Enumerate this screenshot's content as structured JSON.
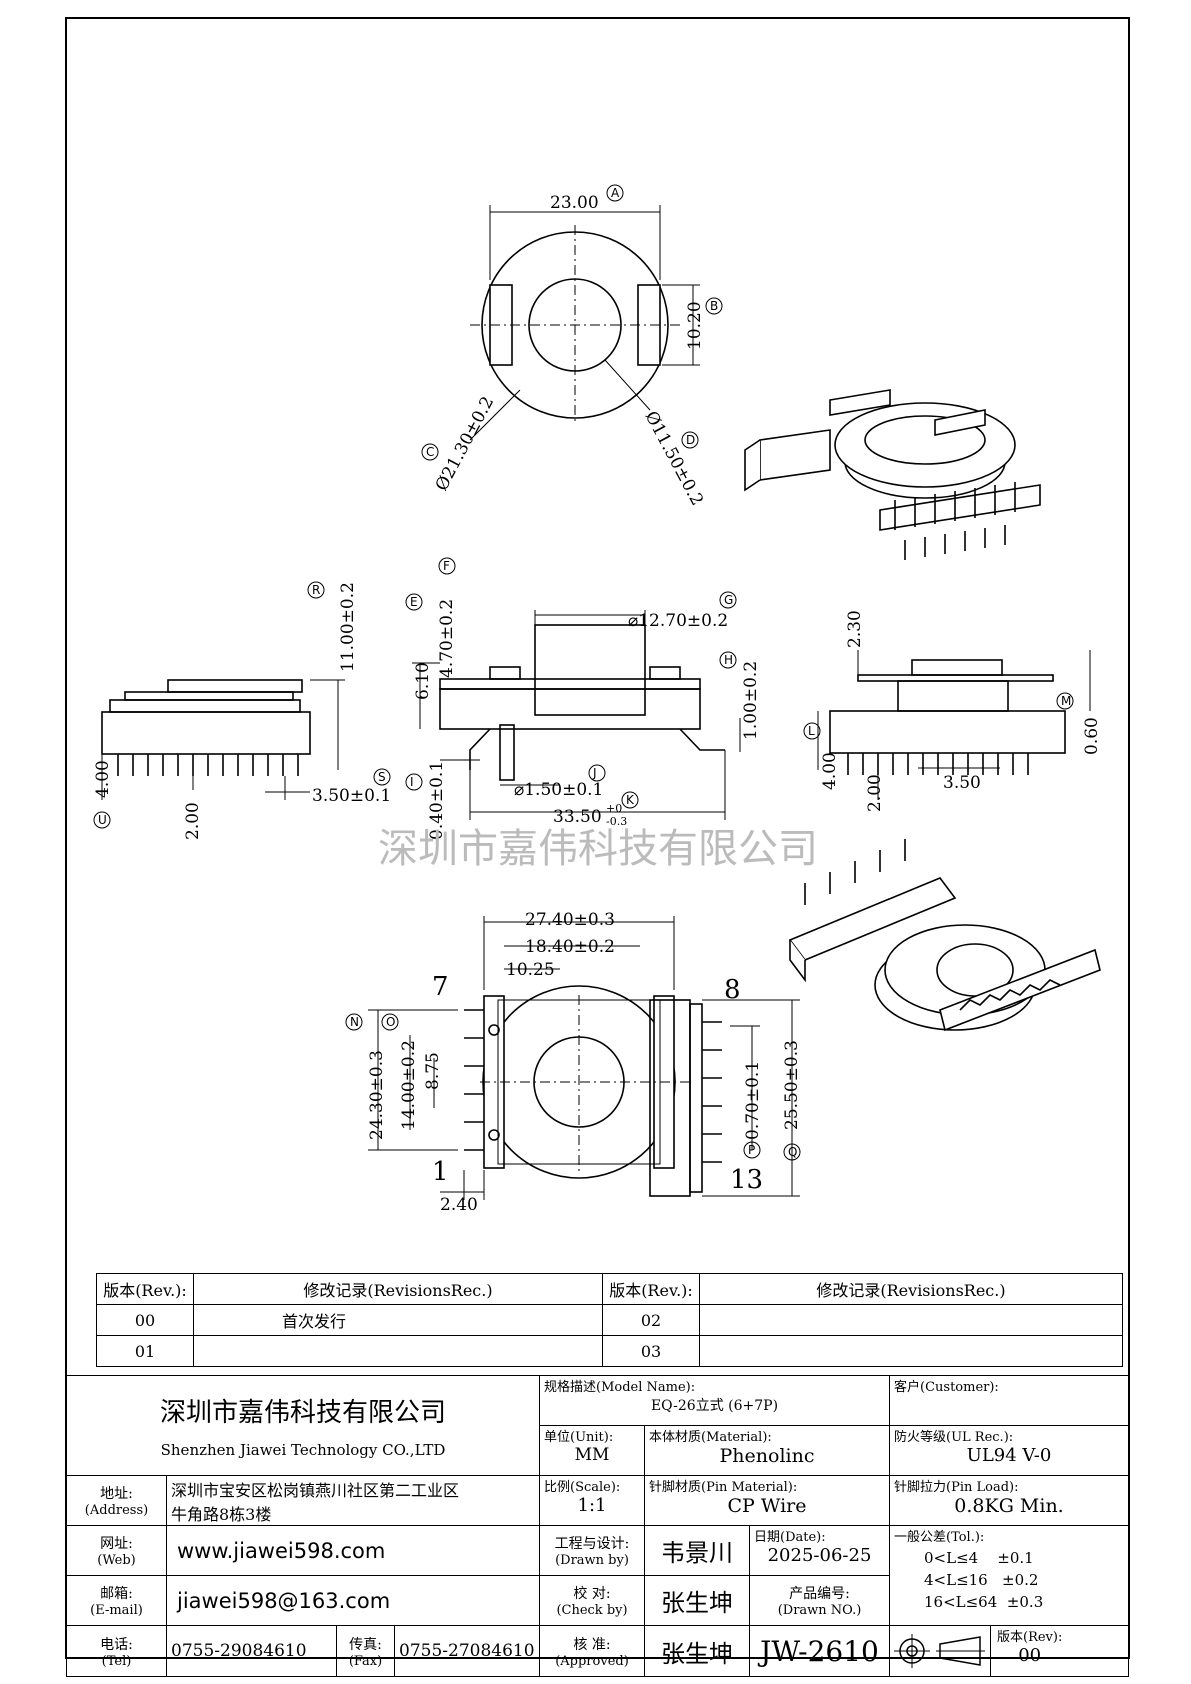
{
  "drawing": {
    "watermark": "深圳市嘉伟科技有限公司",
    "top_view": {
      "a": "23.00",
      "b": "10.20",
      "c": "Ø21.30±0.2",
      "d": "Ø11.50±0.2"
    },
    "side_left": {
      "r": "11.00±0.2",
      "s": "3.50±0.1",
      "u": "4.00",
      "v": "2.00"
    },
    "front": {
      "e": "6.10",
      "f": "4.70±0.2",
      "g": "⌀12.70±0.2",
      "h": "1.00±0.2",
      "i": "0.40±0.1",
      "j": "⌀1.50±0.1",
      "k": "33.50",
      "k_tol_up": "+0",
      "k_tol_down": "-0.3"
    },
    "side_right": {
      "top": "2.30",
      "m": "0.60",
      "l": "4.00",
      "w": "2.00",
      "x": "3.50"
    },
    "bottom_view": {
      "d1": "27.40±0.3",
      "d2": "18.40±0.2",
      "d3": "10.25",
      "n": "24.30±0.3",
      "o": "14.00±0.2",
      "p": "8.75",
      "q": "2.40",
      "pin7": "7",
      "pin1": "1"
    },
    "pin_view": {
      "pin8": "8",
      "pin13": "13",
      "p": "0.70±0.1",
      "q": "25.50±0.3"
    },
    "circle_labels": {
      "a": "A",
      "b": "B",
      "c": "C",
      "d": "D",
      "e": "E",
      "f": "F",
      "g": "G",
      "h": "H",
      "i": "I",
      "j": "J",
      "k": "K",
      "l": "L",
      "m": "M",
      "n": "N",
      "o": "O",
      "p": "P",
      "q": "Q",
      "r": "R",
      "s": "S",
      "u": "U"
    }
  },
  "revisions": {
    "col_rev": "版本(Rev.):",
    "col_rec": "修改记录(RevisionsRec.)",
    "rows": [
      {
        "rev": "00",
        "rec": "首次发行",
        "rev2": "02",
        "rec2": ""
      },
      {
        "rev": "01",
        "rec": "",
        "rev2": "03",
        "rec2": ""
      }
    ]
  },
  "title_block": {
    "company_cn": "深圳市嘉伟科技有限公司",
    "company_en": "Shenzhen Jiawei Technology CO.,LTD",
    "model_label": "规格描述(Model Name):",
    "model_value": "EQ-26立式 (6+7P)",
    "customer_label": "客户(Customer):",
    "customer_value": "",
    "unit_label": "单位(Unit):",
    "unit_value": "MM",
    "material_label": "本体材质(Material):",
    "material_value": "Phenolinc",
    "ul_label": "防火等级(UL Rec.):",
    "ul_value": "UL94 V-0",
    "address_label": "地址:",
    "address_label_en": "(Address)",
    "address_line1": "深圳市宝安区松岗镇燕川社区第二工业区",
    "address_line2": "牛角路8栋3楼",
    "scale_label": "比例(Scale):",
    "scale_value": "1:1",
    "pin_material_label": "针脚材质(Pin Material):",
    "pin_material_value": "CP Wire",
    "pin_load_label": "针脚拉力(Pin Load):",
    "pin_load_value": "0.8KG Min.",
    "web_label": "网址:",
    "web_label_en": "(Web)",
    "web_value": "www.jiawei598.com",
    "drawn_label": "工程与设计:",
    "drawn_label_en": "(Drawn by)",
    "drawn_value": "韦景川",
    "date_label": "日期(Date):",
    "date_value": "2025-06-25",
    "tol_label": "一般公差(Tol.):",
    "tol_rows": [
      "0<L≤4    ±0.1",
      "4<L≤16   ±0.2",
      "16<L≤64  ±0.3"
    ],
    "email_label": "邮箱:",
    "email_label_en": "(E-mail)",
    "email_value": "jiawei598@163.com",
    "check_label": "校  对:",
    "check_label_en": "(Check by)",
    "check_value": "张生坤",
    "part_label": "产品编号:",
    "part_label_en": "(Drawn NO.)",
    "part_value": "JW-2610",
    "tel_label": "电话:",
    "tel_label_en": "(Tel)",
    "tel_value": "0755-29084610",
    "fax_label": "传真:",
    "fax_label_en": "(Fax)",
    "fax_value": "0755-27084610",
    "approved_label": "核  准:",
    "approved_label_en": "(Approved)",
    "approved_value": "张生坤",
    "rev_label": "版本(Rev):",
    "rev_value": "00"
  }
}
